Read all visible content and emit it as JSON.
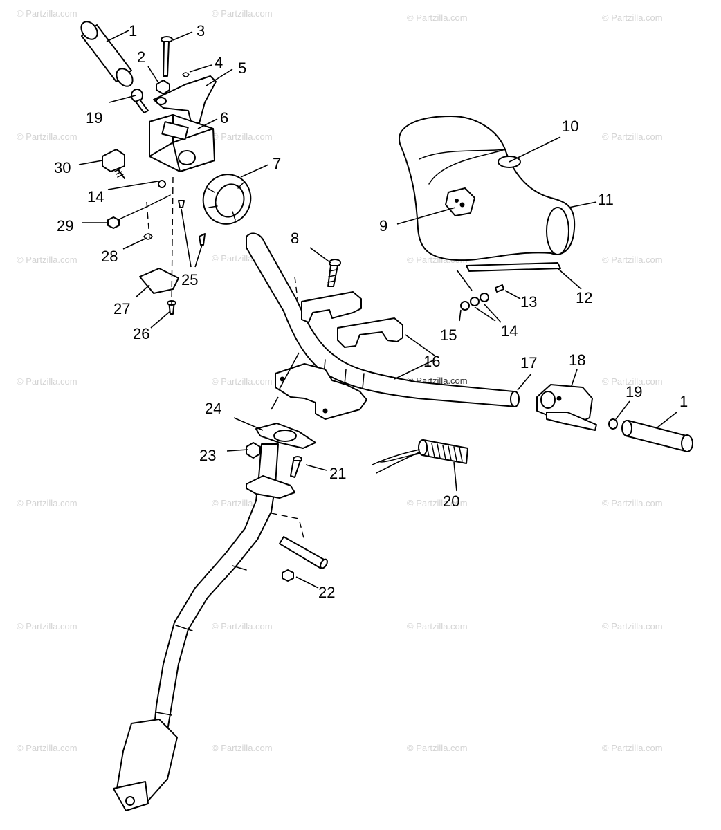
{
  "watermark": "© Partzilla.com",
  "callouts": {
    "c1a": "1",
    "c2": "2",
    "c3": "3",
    "c4": "4",
    "c5": "5",
    "c6": "6",
    "c7": "7",
    "c8": "8",
    "c9": "9",
    "c10": "10",
    "c11": "11",
    "c12": "12",
    "c13": "13",
    "c14a": "14",
    "c14b": "14",
    "c15": "15",
    "c16": "16",
    "c17": "17",
    "c18": "18",
    "c19a": "19",
    "c19b": "19",
    "c1b": "1",
    "c20": "20",
    "c21": "21",
    "c22": "22",
    "c23": "23",
    "c24": "24",
    "c25": "25",
    "c26": "26",
    "c27": "27",
    "c28": "28",
    "c29": "29",
    "c30": "30"
  }
}
